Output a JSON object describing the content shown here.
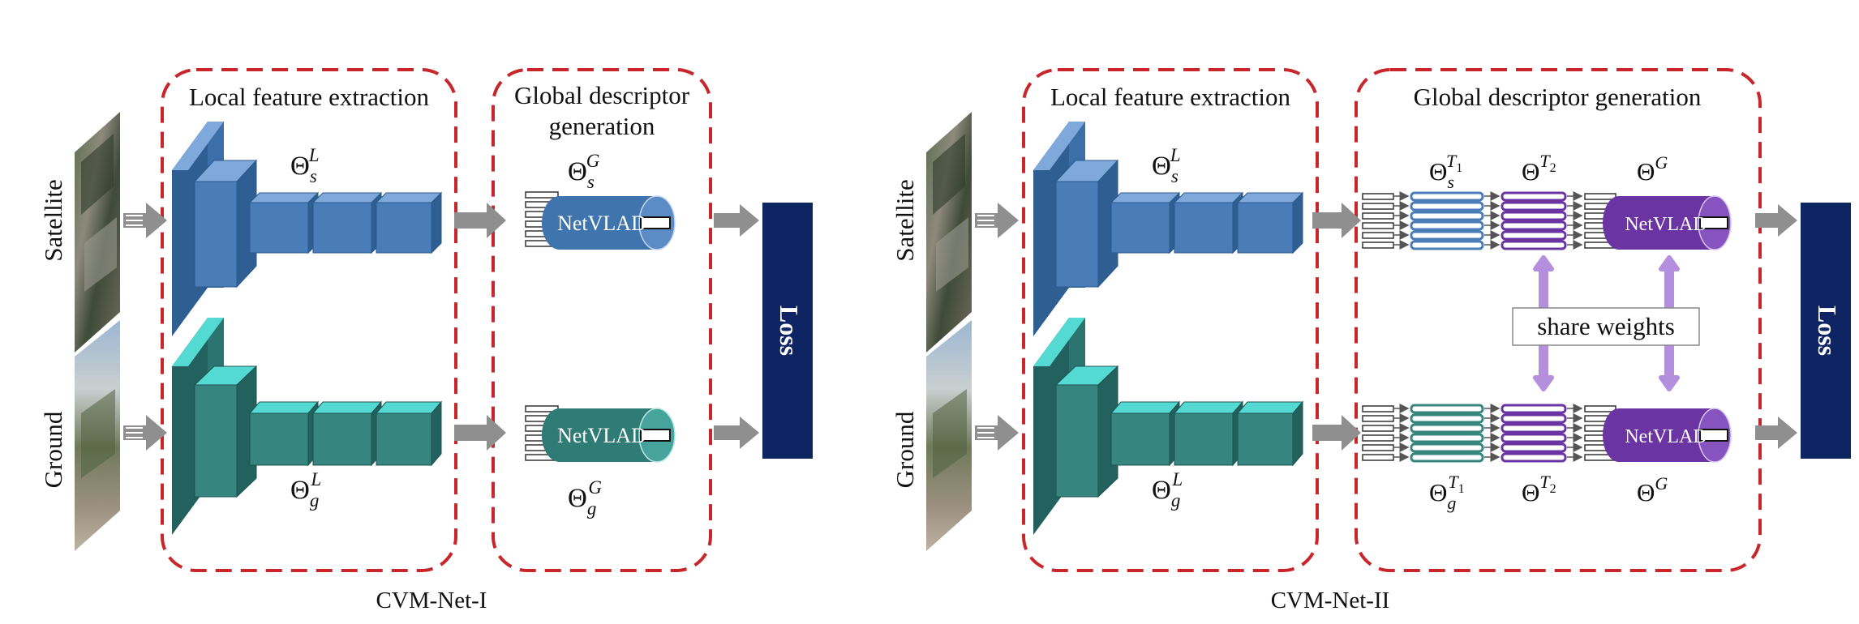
{
  "colors": {
    "blue_front": "#4a7cb8",
    "blue_top": "#7fa8db",
    "blue_side": "#2f5e93",
    "teal_front": "#37857f",
    "teal_top": "#55d9d3",
    "teal_side": "#22615d",
    "purple": "#6a34a3",
    "purple_light": "#b48fde",
    "loss_bar": "#0f2462",
    "dashed_box": "#c8262a",
    "arrow_gray": "#8f8f8f"
  },
  "diagram_left": {
    "sections": {
      "local": "Local feature extraction",
      "global_line1": "Global descriptor",
      "global_line2": "generation"
    },
    "inputs": {
      "satellite": "Satellite",
      "ground": "Ground"
    },
    "params": {
      "theta_s_local": "Θ",
      "s_local_sub": "s",
      "s_local_sup": "L",
      "theta_g_local": "Θ",
      "g_local_sub": "g",
      "g_local_sup": "L",
      "theta_s_global": "Θ",
      "s_global_sub": "s",
      "s_global_sup": "G",
      "theta_g_global": "Θ",
      "g_global_sub": "g",
      "g_global_sup": "G"
    },
    "netvlad_top": "NetVLAD",
    "netvlad_bottom": "NetVLAD",
    "loss": "Loss",
    "caption": "CVM-Net-I"
  },
  "diagram_right": {
    "sections": {
      "local": "Local feature extraction",
      "global": "Global descriptor generation"
    },
    "inputs": {
      "satellite": "Satellite",
      "ground": "Ground"
    },
    "params": {
      "theta_s_local": "Θ",
      "s_local_sub": "s",
      "s_local_sup": "L",
      "theta_g_local": "Θ",
      "g_local_sub": "g",
      "g_local_sup": "L",
      "theta_s_t1": "Θ",
      "s_t1_sub": "s",
      "s_t1_sup": "T",
      "s_t1_supsub": "1",
      "theta_g_t1": "Θ",
      "g_t1_sub": "g",
      "g_t1_sup": "T",
      "g_t1_supsub": "1",
      "theta_t2_top": "Θ",
      "t2_top_sup": "T",
      "t2_top_supsub": "2",
      "theta_t2_bottom": "Θ",
      "t2_bottom_sup": "T",
      "t2_bottom_supsub": "2",
      "theta_g_top": "Θ",
      "g_top_sup": "G",
      "theta_g_bottom": "Θ",
      "g_bottom_sup": "G"
    },
    "share_weights": "share weights",
    "netvlad_top": "NetVLAD",
    "netvlad_bottom": "NetVLAD",
    "loss": "Loss",
    "caption": "CVM-Net-II"
  }
}
